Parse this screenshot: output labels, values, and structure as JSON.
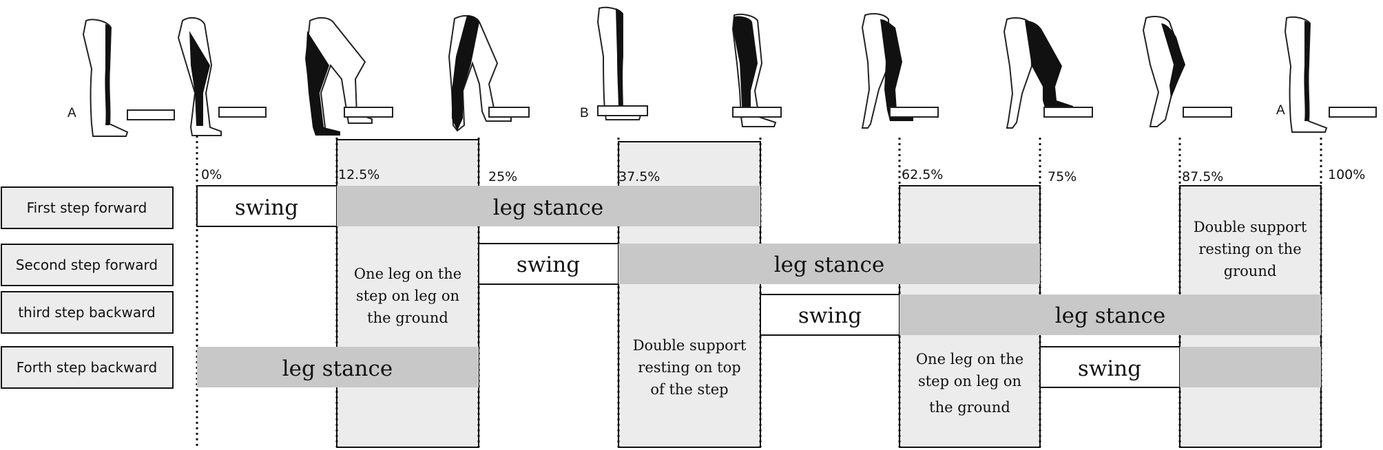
{
  "percent_labels": [
    "0%",
    "12.5%",
    "25%",
    "37.5%",
    "62.5%",
    "75%",
    "87.5%",
    "100%"
  ],
  "pose_labels": [
    "A",
    "B",
    "A"
  ],
  "rows": [
    {
      "label": "First step forward"
    },
    {
      "label": "Second step forward"
    },
    {
      "label": "third step backward"
    },
    {
      "label": "Forth step backward"
    }
  ],
  "bars": {
    "r1_swing": "swing",
    "r1_stance": "leg stance",
    "r2_swing": "swing",
    "r2_stance": "leg stance",
    "r3_swing": "swing",
    "r3_stance": "leg stance",
    "r4_stance": "leg stance",
    "r4_swing": "swing"
  },
  "phases": {
    "p1": [
      "One leg on the",
      "step on leg on",
      "the ground"
    ],
    "p2": [
      "Double support",
      "resting on top",
      "of the step"
    ],
    "p3": [
      "One leg on the",
      "step on leg on",
      "the ground"
    ],
    "p4": [
      "Double support",
      "resting on the",
      "ground"
    ]
  },
  "colors": {
    "stance": "#c8c8c8",
    "phase_box": "#ececec",
    "label_box": "#ececec"
  }
}
